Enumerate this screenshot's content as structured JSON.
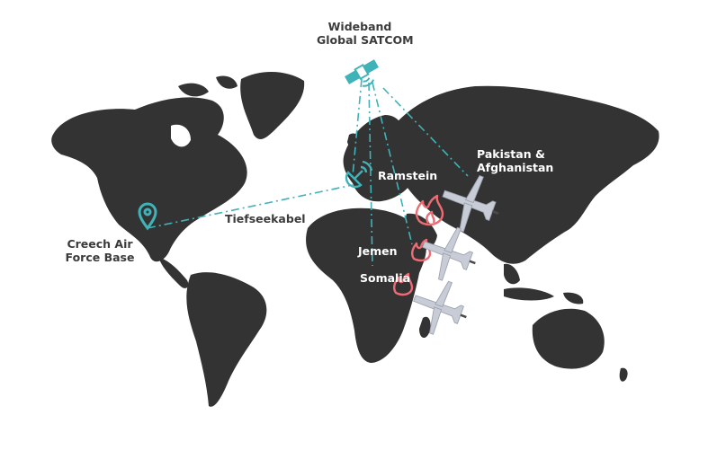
{
  "labels": {
    "satcom_line1": "Wideband",
    "satcom_line2": "Global SATCOM",
    "creech_line1": "Creech Air",
    "creech_line2": "Force Base",
    "cable": "Tiefseekabel",
    "ramstein": "Ramstein",
    "pakistan_line1": "Pakistan &",
    "pakistan_line2": "Afghanistan",
    "yemen": "Jemen",
    "somalia": "Somalia"
  },
  "colors": {
    "land": "#333333",
    "link": "#3fb3b8",
    "fire": "#ef6b73",
    "drone": "#c8ccd6",
    "text_dark": "#3b3b3b",
    "text_light": "#ffffff"
  },
  "icons": {
    "satellite": "satellite-icon",
    "base": "location-pin-icon",
    "relay": "satellite-dish-icon",
    "strike": "fire-icon",
    "drone": "drone-icon"
  }
}
